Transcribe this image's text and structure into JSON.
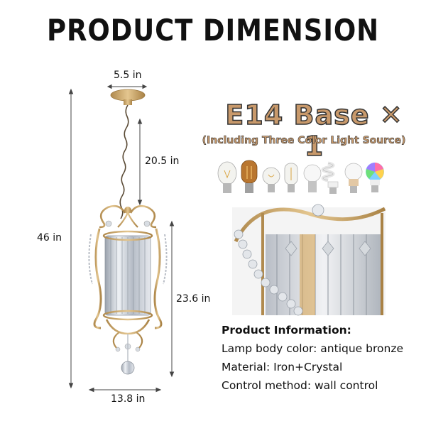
{
  "title": "PRODUCT DIMENSION",
  "dimensions": {
    "canopy_width": "5.5 in",
    "chain_length": "20.5 in",
    "total_height": "46 in",
    "body_height": "23.6 in",
    "body_width": "13.8 in"
  },
  "bulb": {
    "base_label": "E14 Base ✕ 1",
    "note": "(Including Three Color Light Source)",
    "types": [
      "filament-a19-bulb-icon",
      "amber-edison-bulb-icon",
      "globe-filament-bulb-icon",
      "tube-filament-bulb-icon",
      "led-globe-bulb-icon",
      "spiral-cfl-bulb-icon",
      "led-a19-bulb-icon",
      "rgb-smart-bulb-icon"
    ]
  },
  "product_info": {
    "heading": "Product Information:",
    "lines": [
      "Lamp body color: antique bronze",
      "Material: Iron+Crystal",
      "Control method: wall control"
    ]
  },
  "colors": {
    "gold": "#c9a56b",
    "crystal": "#c8ccd2",
    "accent_text": "#c8996b"
  }
}
